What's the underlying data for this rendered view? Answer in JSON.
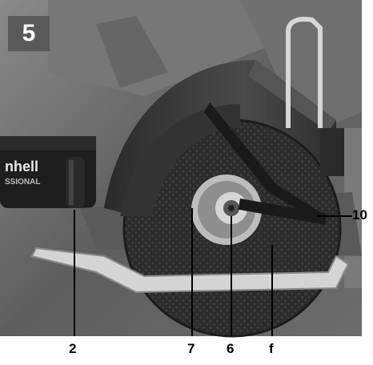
{
  "figure": {
    "number": "5",
    "brand_text": "nhell",
    "brand_subtext": "SSIONAL",
    "callouts": [
      {
        "id": "c2",
        "label": "2"
      },
      {
        "id": "c7",
        "label": "7"
      },
      {
        "id": "c6",
        "label": "6"
      },
      {
        "id": "cf",
        "label": "f"
      },
      {
        "id": "c10",
        "label": "10"
      }
    ]
  },
  "colors": {
    "frame_bg": "#5a5a5a",
    "disc": "#2a2a2a",
    "guard": "#3a3a3a",
    "metal": "#cfcfcf"
  }
}
